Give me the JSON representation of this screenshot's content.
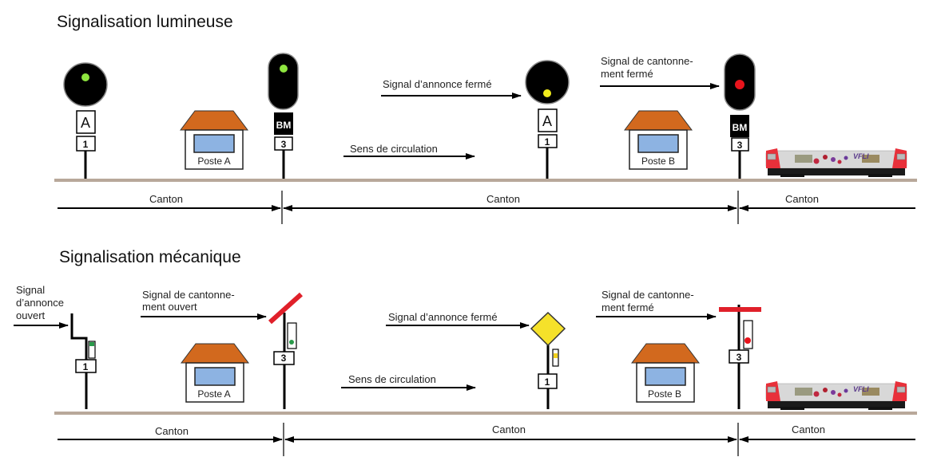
{
  "sections": [
    {
      "title": "Signalisation lumineuse",
      "announce_signal_1": {
        "plate_letter": "A",
        "plate_number": "1",
        "light_color": "#8ee53f",
        "state": "ouvert"
      },
      "block_signal_1": {
        "plate_letter": "BM",
        "plate_number": "3",
        "light_color": "#8ee53f",
        "state": "ouvert"
      },
      "announce_signal_2": {
        "plate_letter": "A",
        "plate_number": "1",
        "light_color": "#f2ec1c",
        "state": "fermé",
        "callout": "Signal d’annonce fermé"
      },
      "block_signal_2": {
        "plate_letter": "BM",
        "plate_number": "3",
        "light_color": "#e8141c",
        "state": "fermé",
        "callout_line1": "Signal de cantonne-",
        "callout_line2": "ment fermé"
      },
      "poste_a": "Poste A",
      "poste_b": "Poste B",
      "direction_label": "Sens de circulation",
      "cantons": [
        "Canton",
        "Canton",
        "Canton"
      ],
      "locomotive_logo": "VFLI"
    },
    {
      "title": "Signalisation mécanique",
      "announce_signal_1": {
        "plate_number": "1",
        "state": "ouvert",
        "callout_line1": "Signal",
        "callout_line2": "d’annonce",
        "callout_line3": "ouvert"
      },
      "block_signal_1": {
        "plate_number": "3",
        "state": "ouvert",
        "callout_line1": "Signal de cantonne-",
        "callout_line2": "ment ouvert"
      },
      "announce_signal_2": {
        "plate_number": "1",
        "state": "fermé",
        "callout": "Signal d’annonce fermé"
      },
      "block_signal_2": {
        "plate_number": "3",
        "state": "fermé",
        "callout_line1": "Signal de cantonne-",
        "callout_line2": "ment fermé"
      },
      "poste_a": "Poste A",
      "poste_b": "Poste B",
      "direction_label": "Sens de circulation",
      "cantons": [
        "Canton",
        "Canton",
        "Canton"
      ],
      "locomotive_logo": "VFLI"
    }
  ],
  "colors": {
    "roof": "#d2691e",
    "window": "#8db3e2",
    "semaphore_arm": "#e0202a",
    "diamond": "#f5e12a",
    "track": "#b8a89a",
    "loco_red": "#e8303a",
    "loco_body": "#d8d8d8"
  }
}
